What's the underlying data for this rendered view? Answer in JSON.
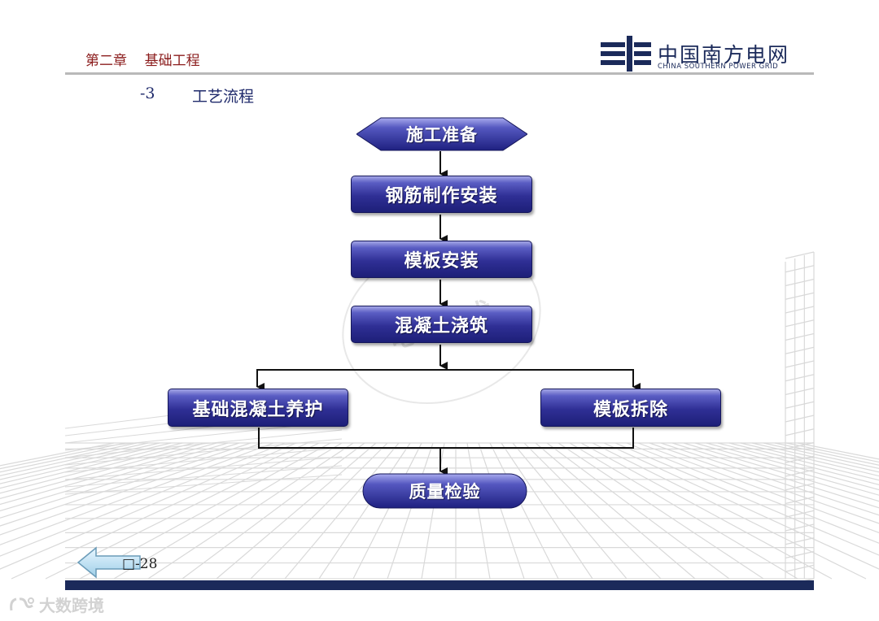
{
  "header": {
    "chapter": "第二章    基础工程",
    "logo_cn": "中国南方电网",
    "logo_en": "CHINA SOUTHERN POWER GRID"
  },
  "section": {
    "number": "-3",
    "title": "工艺流程"
  },
  "flowchart": {
    "start": "施工准备",
    "steps": [
      "钢筋制作安装",
      "模板安装",
      "混凝土浇筑"
    ],
    "branch_left": "基础混凝土养护",
    "branch_right": "模板拆除",
    "end": "质量检验"
  },
  "watermark": "电力技术",
  "footer": {
    "page": "□-28",
    "brand": "大数跨境"
  },
  "colors": {
    "box_dark": "#1d1f78",
    "box_light": "#5a5dc3",
    "chapter": "#8b1c1c",
    "brand_navy": "#1b2a5a"
  }
}
